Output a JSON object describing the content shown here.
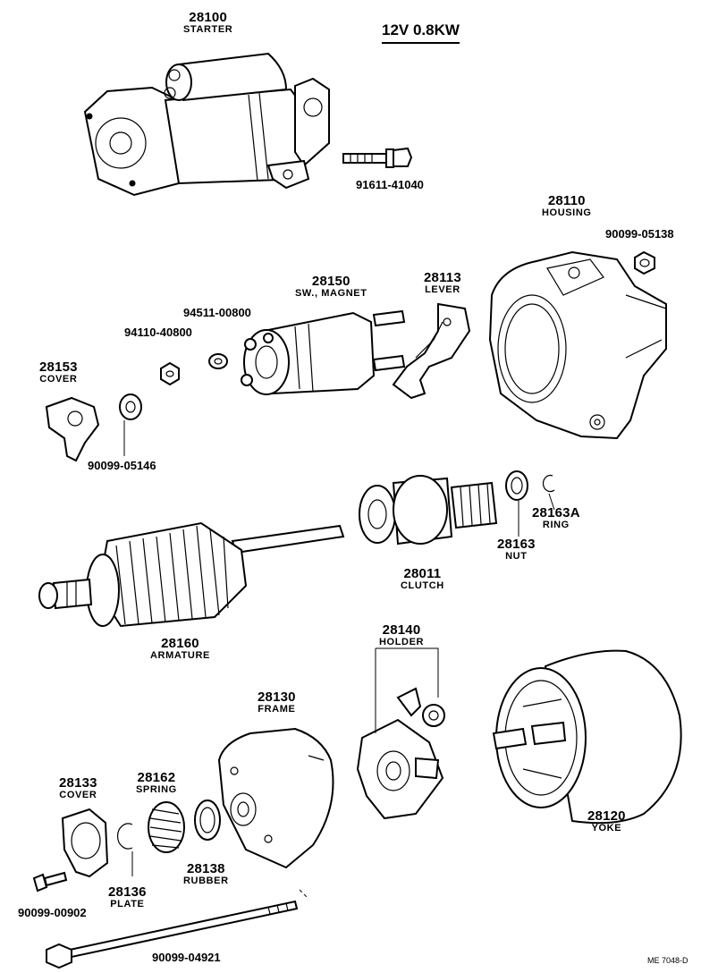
{
  "spec": "12V 0.8KW",
  "drawing_code": "ME 7048-D",
  "parts": [
    {
      "number": "28100",
      "name": "STARTER"
    },
    {
      "number": "28110",
      "name": "HOUSING"
    },
    {
      "number": "28150",
      "name": "SW., MAGNET"
    },
    {
      "number": "28113",
      "name": "LEVER"
    },
    {
      "number": "28153",
      "name": "COVER"
    },
    {
      "number": "28011",
      "name": "CLUTCH"
    },
    {
      "number": "28163A",
      "name": "RING"
    },
    {
      "number": "28163",
      "name": "NUT"
    },
    {
      "number": "28160",
      "name": "ARMATURE"
    },
    {
      "number": "28140",
      "name": "HOLDER"
    },
    {
      "number": "28130",
      "name": "FRAME"
    },
    {
      "number": "28133",
      "name": "COVER"
    },
    {
      "number": "28162",
      "name": "SPRING"
    },
    {
      "number": "28138",
      "name": "RUBBER"
    },
    {
      "number": "28136",
      "name": "PLATE"
    },
    {
      "number": "28120",
      "name": "YOKE"
    }
  ],
  "hardware": [
    "91611-41040",
    "90099-05138",
    "94511-00800",
    "94110-40800",
    "90099-05146",
    "90099-00902",
    "90099-04921"
  ]
}
